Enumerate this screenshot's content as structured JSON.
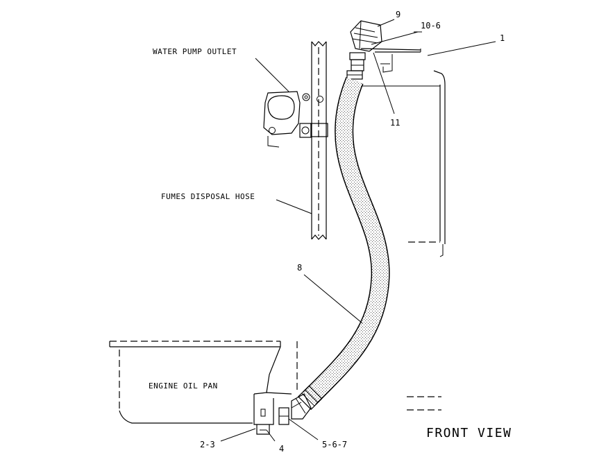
{
  "labels": {
    "water_pump_outlet": "WATER PUMP OUTLET",
    "fumes_disposal_hose": "FUMES DISPOSAL HOSE",
    "engine_oil_pan": "ENGINE OIL PAN",
    "front_view": "FRONT VIEW"
  },
  "callouts": {
    "c9": "9",
    "c10_6": "10-6",
    "c1": "1",
    "c11": "11",
    "c8": "8",
    "c2_3": "2-3",
    "c4": "4",
    "c5_6_7": "5-6-7"
  }
}
